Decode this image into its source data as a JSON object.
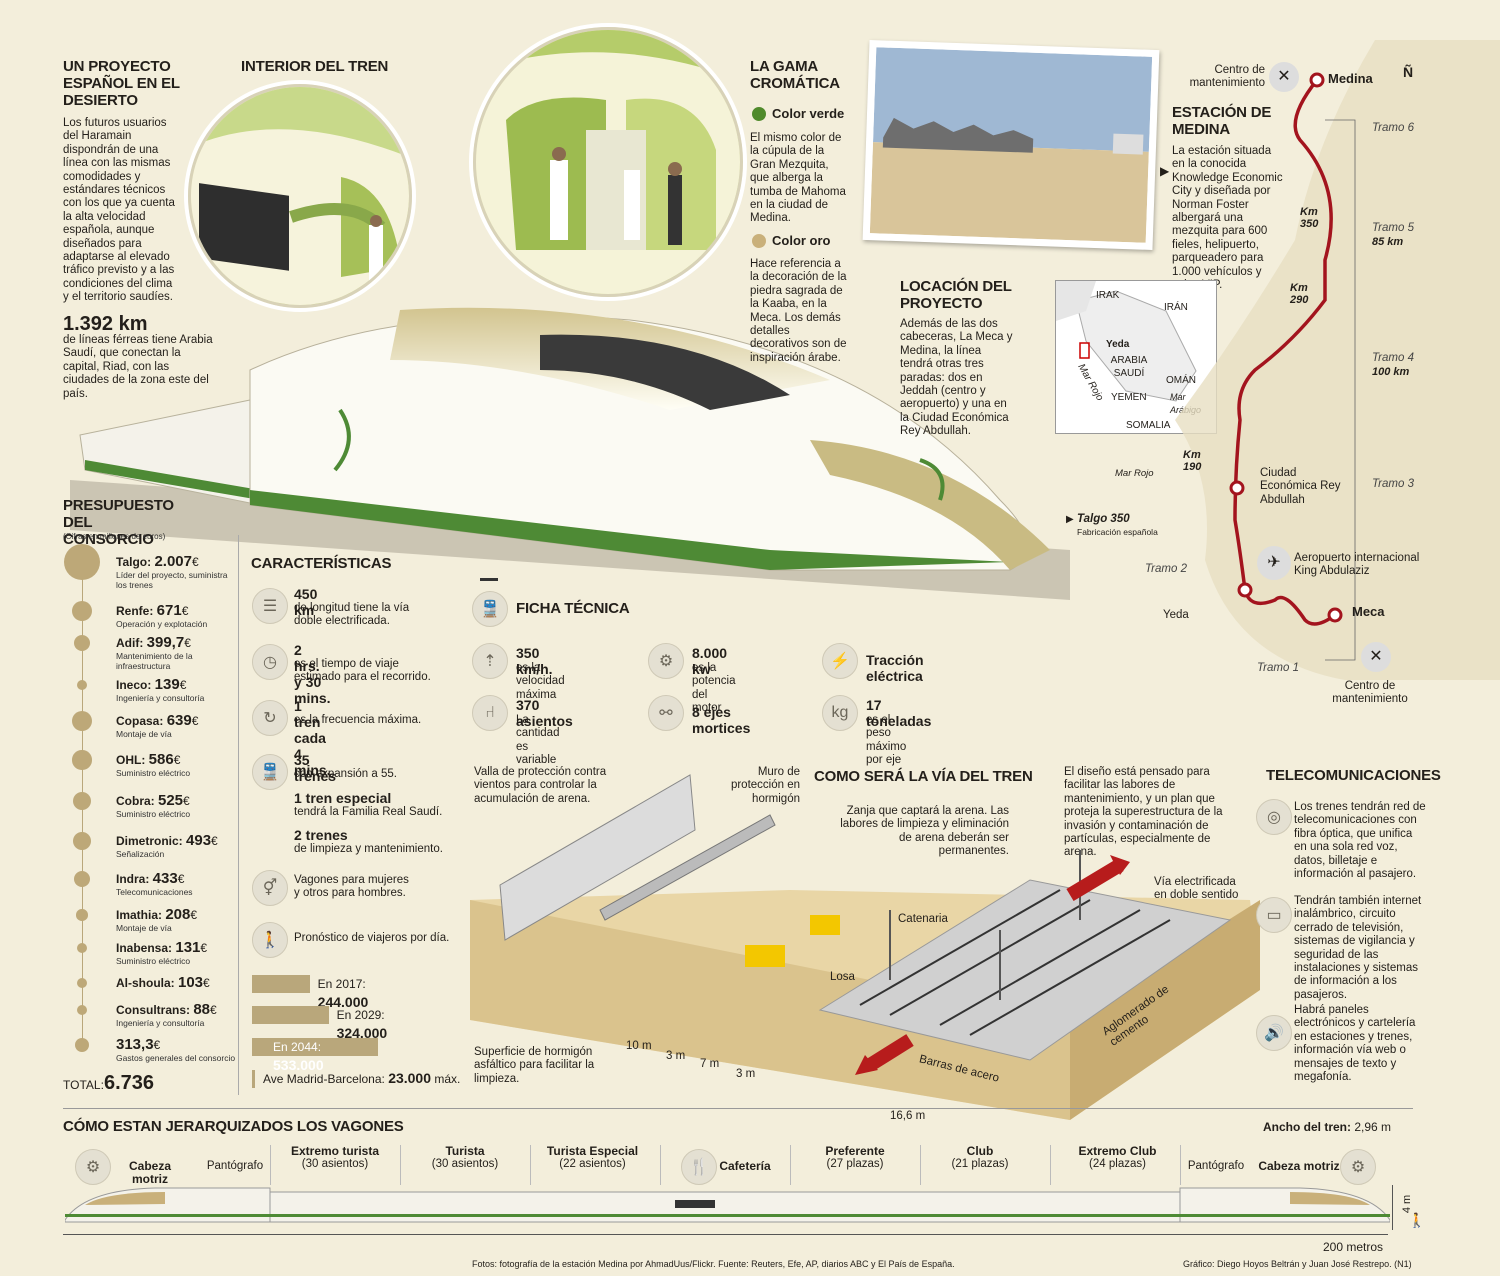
{
  "intro": {
    "title": "UN PROYECTO ESPAÑOL EN EL DESIERTO",
    "body": "Los futuros usuarios del Haramain dispondrán de una línea con las mismas comodidades y estándares técnicos con los que ya cuenta la alta velocidad española, aunque diseñados para adaptarse al elevado tráfico previsto y a las condiciones del clima y el territorio saudíes."
  },
  "interior_title": "INTERIOR DEL TREN",
  "km_stat": {
    "value": "1.392 km",
    "text": "de líneas férreas tiene Arabia Saudí, que conectan la capital, Riad, con las ciudades de la zona este del país."
  },
  "gama": {
    "title": "LA GAMA CROMÁTICA",
    "verde_label": "Color verde",
    "verde_text": "El mismo color de la cúpula de la Gran Mezquita, que alberga la tumba de Mahoma en la ciudad de Medina.",
    "oro_label": "Color oro",
    "oro_text": "Hace referencia a la decoración de la piedra sagrada de la Kaaba, en la Meca. Los demás detalles decorativos son de inspiración árabe.",
    "verde_color": "#4f8a2b",
    "oro_color": "#c9b07a"
  },
  "estacion": {
    "title": "ESTACIÓN DE MEDINA",
    "body": "La estación situada en la conocida Knowledge Economic City y diseñada por Norman Foster albergará una mezquita para 600 fieles, helipuerto, parqueadero para 1.000 vehículos y salas VIP."
  },
  "locacion": {
    "title": "LOCACIÓN DEL PROYECTO",
    "body": "Además de las dos cabeceras, La Meca y Medina, la línea tendrá otras tres paradas: dos en Jeddah (centro y aeropuerto) y una en la Ciudad Económica Rey Abdullah."
  },
  "inset_map": {
    "irak": "IRAK",
    "iran": "IRÁN",
    "yeda": "Yeda",
    "arabia": "ARABIA SAUDÍ",
    "mar_rojo": "Mar Rojo",
    "oman": "OMÁN",
    "yemen": "YEMEN",
    "mar_arabigo": "Mar Arábigo",
    "somalia": "SOMALIA"
  },
  "route_map": {
    "north": "Ñ",
    "centro_mant_top": "Centro de mantenimiento",
    "medina": "Medina",
    "tramo6": "Tramo 6",
    "km350": "Km 350",
    "tramo5": "Tramo 5",
    "tramo5_km": "85 km",
    "km290": "Km 290",
    "tramo4": "Tramo 4",
    "tramo4_km": "100 km",
    "km190": "Km 190",
    "mar_rojo": "Mar Rojo",
    "ciudad_eco": "Ciudad Económica Rey Abdullah",
    "tramo3": "Tramo 3",
    "aeropuerto": "Aeropuerto internacional King Abdulaziz",
    "tramo2": "Tramo 2",
    "yeda": "Yeda",
    "meca": "Meca",
    "tramo1": "Tramo 1",
    "centro_mant_bottom": "Centro de mantenimiento",
    "route_color": "#a3141e"
  },
  "talgo": {
    "name": "Talgo 350",
    "sub": "Fabricación española"
  },
  "presupuesto": {
    "title": "PRESUPUESTO DEL CONSORCIO",
    "subtitle": "(Cifras en millones de euros)",
    "items": [
      {
        "name": "Talgo:",
        "value": "2.007",
        "desc": "Líder del proyecto, suministra los trenes"
      },
      {
        "name": "Renfe:",
        "value": "671",
        "desc": "Operación y explotación"
      },
      {
        "name": "Adif:",
        "value": "399,7",
        "desc": "Mantenimiento de la infraestructura"
      },
      {
        "name": "Ineco:",
        "value": "139",
        "desc": "Ingeniería y consultoría"
      },
      {
        "name": "Copasa:",
        "value": "639",
        "desc": "Montaje de vía"
      },
      {
        "name": "OHL:",
        "value": "586",
        "desc": "Suministro eléctrico"
      },
      {
        "name": "Cobra:",
        "value": "525",
        "desc": "Suministro eléctrico"
      },
      {
        "name": "Dimetronic:",
        "value": "493",
        "desc": "Señalización"
      },
      {
        "name": "Indra:",
        "value": "433",
        "desc": "Telecomunicaciones"
      },
      {
        "name": "Imathia:",
        "value": "208",
        "desc": "Montaje de vía"
      },
      {
        "name": "Inabensa:",
        "value": "131",
        "desc": "Suministro eléctrico"
      },
      {
        "name": "Al-shoula:",
        "value": "103",
        "desc": ""
      },
      {
        "name": "Consultrans:",
        "value": "88",
        "desc": "Ingeniería y consultoría"
      },
      {
        "name": "",
        "value": "313,3",
        "desc": "Gastos generales del consorcio"
      }
    ],
    "euro": "€",
    "total_label": "TOTAL:",
    "total_value": "6.736"
  },
  "caracteristicas": {
    "title": "CARACTERÍSTICAS",
    "items": [
      {
        "big": "450 km",
        "text": "de longitud tiene la vía doble electrificada.",
        "icon": "track-icon"
      },
      {
        "big": "2 hrs. y 30 mins.",
        "text": "es el tiempo de viaje estimado para el recorrido.",
        "icon": "clock-icon"
      },
      {
        "big": "1 tren cada 4 mins.",
        "text": "es la frecuencia máxima.",
        "icon": "frequency-icon"
      },
      {
        "big": "35 trenes",
        "text": "con expansión a 55.",
        "icon": "train-icon"
      }
    ],
    "especial_big": "1 tren especial",
    "especial_text": "tendrá la Familia Real Saudí.",
    "limpieza_big": "2 trenes",
    "limpieza_text": "de limpieza y mantenimiento.",
    "vagones_text": "Vagones para mujeres y otros para hombres.",
    "pronostico_text": "Pronóstico de viajeros por día.",
    "viajeros": [
      {
        "label": "En 2017:",
        "value": "244.000",
        "n": 244000
      },
      {
        "label": "En 2029:",
        "value": "324.000",
        "n": 324000
      },
      {
        "label": "En 2044:",
        "value": "533.000",
        "n": 533000
      }
    ],
    "madrid_label": "Ave Madrid-Barcelona:",
    "madrid_value": "23.000",
    "madrid_suffix": "máx."
  },
  "ficha": {
    "title": "FICHA TÉCNICA",
    "items": [
      {
        "big": "350 km/h.",
        "text": "es la velocidad máxima",
        "icon": "speed-icon"
      },
      {
        "big": "8.000 kw",
        "text": "es la potencia del motor",
        "icon": "gears-icon"
      },
      {
        "big": "Tracción eléctrica",
        "text": "",
        "icon": "lightning-icon"
      },
      {
        "big": "370 asientos",
        "text": "La cantidad es variable",
        "icon": "seat-icon"
      },
      {
        "big": "8 ejes mortices",
        "text": "",
        "icon": "axle-icon"
      },
      {
        "big": "17 toneladas",
        "text": "es el peso máximo por eje",
        "icon": "weight-icon"
      }
    ]
  },
  "via": {
    "title": "COMO SERÁ LA VÍA DEL TREN",
    "valla": "Valla de protección contra vientos para controlar la acumulación de arena.",
    "muro": "Muro de protección en hormigón",
    "zanja": "Zanja que captará la arena. Las labores de limpieza y eliminación de arena deberán ser permanentes.",
    "diseno": "El diseño está pensado para facilitar las labores de mantenimiento, y un plan que proteja la superestructura de la invasión y contaminación de partículas, especialmente de arena.",
    "electrificada": "Vía electrificada en doble sentido",
    "catenaria": "Catenaria",
    "losa": "Losa",
    "aglomerado": "Aglomerado de cemento",
    "superficie": "Superficie de hormigón asfáltico para facilitar la limpieza.",
    "barras": "Barras de acero",
    "d10": "10 m",
    "d3a": "3 m",
    "d7": "7 m",
    "d3b": "3 m",
    "d166": "16,6 m"
  },
  "telecom": {
    "title": "TELECOMUNICACIONES",
    "p1": "Los trenes tendrán red de telecomunicaciones con fibra óptica, que unifica en una sola red voz, datos, billetaje e información al pasajero.",
    "p2": "Tendrán también internet inalámbrico, circuito cerrado de televisión, sistemas de vigilancia y seguridad de las instalaciones y sistemas de información a los pasajeros.",
    "p3": "Habrá paneles electrónicos y cartelería en estaciones y trenes, información vía web o mensajes de texto y megafonía."
  },
  "jerarquia": {
    "title": "CÓMO ESTAN JERARQUIZADOS LOS VAGONES",
    "ancho_label": "Ancho del tren:",
    "ancho_value": "2,96 m",
    "cars": [
      {
        "name": "Cabeza motriz",
        "sub": ""
      },
      {
        "name": "",
        "sub": "Pantógrafo"
      },
      {
        "name": "Extremo turista",
        "sub": "(30 asientos)"
      },
      {
        "name": "Turista",
        "sub": "(30 asientos)"
      },
      {
        "name": "Turista Especial",
        "sub": "(22 asientos)"
      },
      {
        "name": "Cafetería",
        "sub": ""
      },
      {
        "name": "Preferente",
        "sub": "(27 plazas)"
      },
      {
        "name": "Club",
        "sub": "(21 plazas)"
      },
      {
        "name": "Extremo Club",
        "sub": "(24 plazas)"
      },
      {
        "name": "",
        "sub": "Pantógrafo"
      },
      {
        "name": "Cabeza motriz",
        "sub": ""
      }
    ],
    "height": "4 m",
    "length": "200 metros"
  },
  "footer": {
    "fuente": "Fotos: fotografía de la estación Medina por AhmadUus/Flickr. Fuente: Reuters, Efe, AP, diarios ABC y El País de España.",
    "grafico": "Gráfico: Diego Hoyos Beltrán y Juan José Restrepo. (N1)"
  }
}
